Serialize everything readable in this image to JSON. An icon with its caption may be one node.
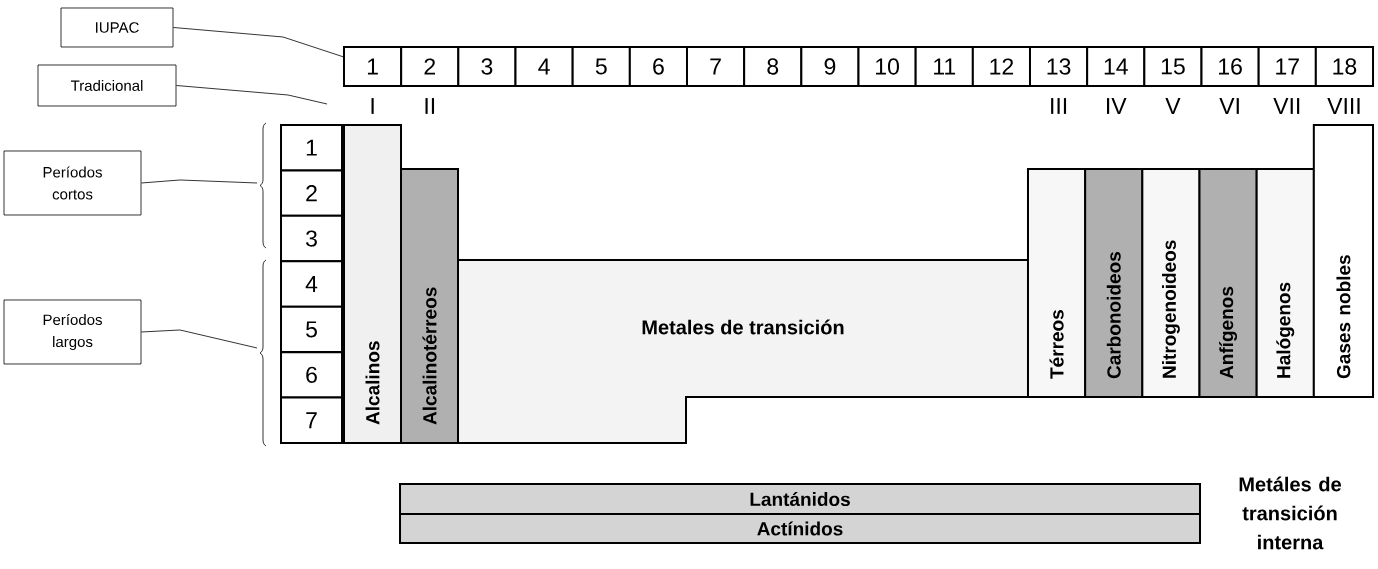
{
  "diagram": {
    "nodes": [
      {
        "text": [
          "IUPAC"
        ]
      },
      {
        "text": [
          "Tradicional"
        ]
      },
      {
        "text": [
          "Períodos cortos"
        ]
      },
      {
        "text": [
          "Períodos largos"
        ]
      },
      {
        "text": [
          "1"
        ]
      },
      {
        "text": [
          "2"
        ]
      },
      {
        "text": [
          "3"
        ]
      },
      {
        "text": [
          "4"
        ]
      },
      {
        "text": [
          "5"
        ]
      },
      {
        "text": [
          "6"
        ]
      },
      {
        "text": [
          "7"
        ]
      },
      {
        "text": [
          "8"
        ]
      },
      {
        "text": [
          "9"
        ]
      },
      {
        "text": [
          "10"
        ]
      },
      {
        "text": [
          "11"
        ]
      },
      {
        "text": [
          "12"
        ]
      },
      {
        "text": [
          "13"
        ]
      },
      {
        "text": [
          "14"
        ]
      },
      {
        "text": [
          "15"
        ]
      },
      {
        "text": [
          "16"
        ]
      },
      {
        "text": [
          "17"
        ]
      },
      {
        "text": [
          "18"
        ]
      },
      {
        "text": [
          "1"
        ]
      },
      {
        "text": [
          "2"
        ]
      },
      {
        "text": [
          "3"
        ]
      },
      {
        "text": [
          "4"
        ]
      },
      {
        "text": [
          "5"
        ]
      },
      {
        "text": [
          "6"
        ]
      },
      {
        "text": [
          "7"
        ]
      },
      {
        "text": [
          "Alcalinos"
        ]
      },
      {
        "text": [
          "Alcalinotérreos"
        ]
      },
      {
        "text": [
          "Metales de transición"
        ]
      },
      {
        "text": [
          "Térreos"
        ]
      },
      {
        "text": [
          "Carbonoideos"
        ]
      },
      {
        "text": [
          "Nitrogenoideos"
        ]
      },
      {
        "text": [
          "Anfígenos"
        ]
      },
      {
        "text": [
          "Halógenos"
        ]
      },
      {
        "text": [
          "Gases nobles"
        ]
      },
      {
        "text": [
          "Lantánidos"
        ]
      },
      {
        "text": [
          "Actínidos"
        ]
      }
    ],
    "edges": [
      {
        "from": 0,
        "to": 4,
        "arrow": "none"
      },
      {
        "from": 1,
        "to": null,
        "arrow": "none"
      },
      {
        "from": 2,
        "to": null,
        "arrow": "none"
      },
      {
        "from": 3,
        "to": null,
        "arrow": "none"
      }
    ],
    "labels": [
      "I",
      "II",
      "III",
      "IV",
      "V",
      "VI",
      "VII",
      "VIII",
      "Metáles de transición interna"
    ]
  }
}
